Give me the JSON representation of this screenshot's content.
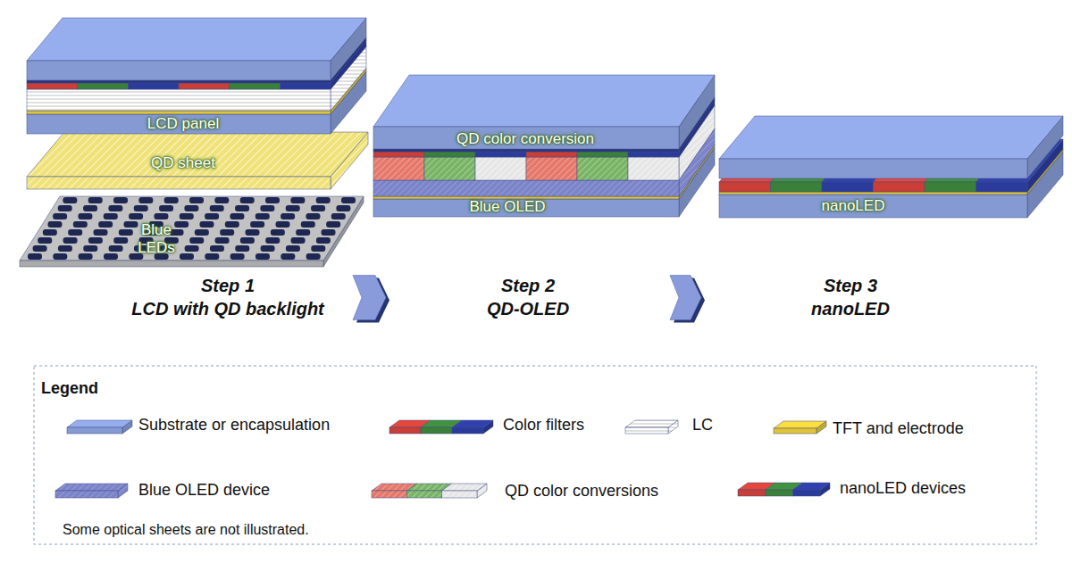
{
  "diagram": {
    "nodes": [
      {
        "text": [
          "Step 1",
          "LCD with QD backlight"
        ]
      },
      {
        "text": [
          "Step 2",
          "QD-OLED"
        ]
      },
      {
        "text": [
          "Step 3",
          "nanoLED"
        ]
      }
    ],
    "edges": [
      {
        "from": 0,
        "to": 1,
        "arrow": "to"
      },
      {
        "from": 1,
        "to": 2,
        "arrow": "to"
      }
    ],
    "labels": [
      "LCD panel",
      "QD sheet",
      "Blue LEDs",
      "QD color conversion",
      "Blue OLED",
      "nanoLED",
      "Legend",
      "Some optical sheets are not illustrated."
    ],
    "legend": [
      {
        "text": "Substrate or encapsulation",
        "color": "#8fa5e2"
      },
      {
        "text": "Color filters"
      },
      {
        "text": "LC"
      },
      {
        "text": "TFT and electrode",
        "color": "#f0d23c"
      },
      {
        "text": "Blue OLED device"
      },
      {
        "text": "QD color conversions"
      },
      {
        "text": "nanoLED devices"
      }
    ]
  }
}
